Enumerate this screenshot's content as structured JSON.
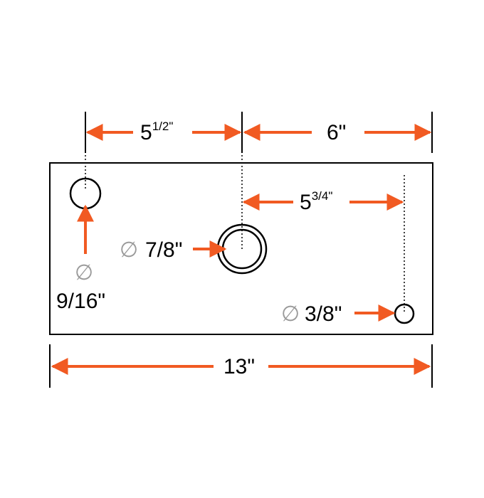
{
  "colors": {
    "arrow": "#f15a22",
    "line": "#000000",
    "diameter_symbol": "#9a9a9a"
  },
  "diameter_symbol": "∅",
  "dimensions": {
    "top_left": {
      "whole": "5",
      "fraction": "1/2\""
    },
    "top_right": "6\"",
    "inner": {
      "whole": "5",
      "fraction": "3/4\""
    },
    "overall": "13\""
  },
  "holes": {
    "small_left": "9/16\"",
    "center": "7/8\"",
    "right": "3/8\""
  }
}
